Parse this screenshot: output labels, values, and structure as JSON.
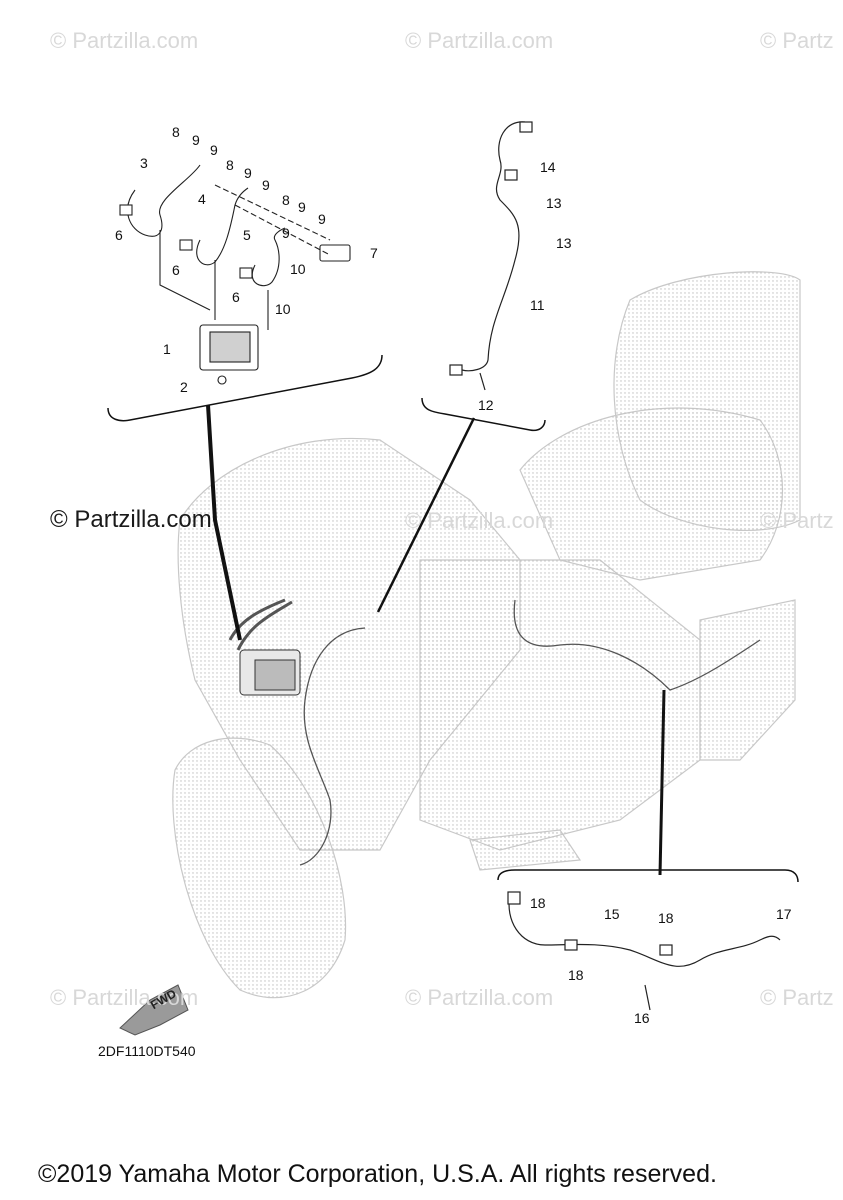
{
  "watermark": {
    "text": "© Partzilla.com",
    "text_cut": "© Partz",
    "text_dark": "© Partzilla.com"
  },
  "callouts": {
    "c1": "1",
    "c2": "2",
    "c3": "3",
    "c4": "4",
    "c5": "5",
    "c6a": "6",
    "c6b": "6",
    "c6c": "6",
    "c7": "7",
    "c8a": "8",
    "c8b": "8",
    "c8c": "8",
    "c9a": "9",
    "c9b": "9",
    "c9c": "9",
    "c9d": "9",
    "c9e": "9",
    "c9f": "9",
    "c9g": "9",
    "c10a": "10",
    "c10b": "10",
    "c11": "11",
    "c12": "12",
    "c13a": "13",
    "c13b": "13",
    "c14": "14",
    "c15": "15",
    "c16": "16",
    "c17": "17",
    "c18a": "18",
    "c18b": "18",
    "c18c": "18"
  },
  "fwd_label": "FWD",
  "diagram_code": "2DF1110DT540",
  "copyright": "©2019 Yamaha Motor Corporation, U.S.A. All rights reserved.",
  "colors": {
    "line": "#111111",
    "ghost": "#cfcfcf",
    "watermark": "#d8d8d8"
  }
}
